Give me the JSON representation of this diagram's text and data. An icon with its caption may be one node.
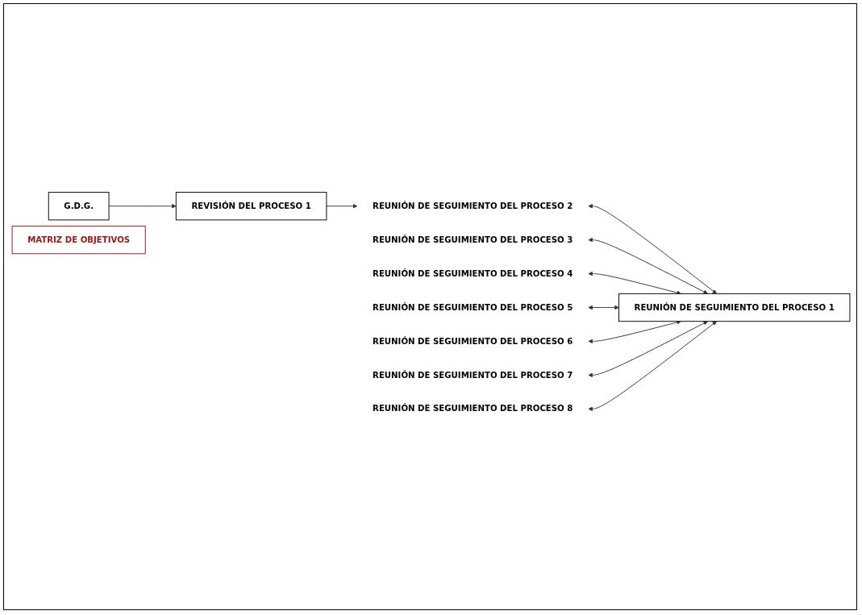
{
  "diagram": {
    "nodes": [
      {
        "text": [
          "G.D.G."
        ]
      },
      {
        "text": [
          "REVISIÓN DEL PROCESO 1"
        ]
      },
      {
        "text": [
          "MATRIZ DE OBJETIVOS"
        ]
      },
      {
        "text": [
          "REUNIÓN DE SEGUIMIENTO DEL PROCESO 2"
        ]
      },
      {
        "text": [
          "REUNIÓN DE SEGUIMIENTO DEL PROCESO 3"
        ]
      },
      {
        "text": [
          "REUNIÓN DE SEGUIMIENTO DEL PROCESO 4"
        ]
      },
      {
        "text": [
          "REUNIÓN DE SEGUIMIENTO DEL PROCESO 5"
        ]
      },
      {
        "text": [
          "REUNIÓN DE SEGUIMIENTO DEL PROCESO 6"
        ]
      },
      {
        "text": [
          "REUNIÓN DE SEGUIMIENTO DEL PROCESO 7"
        ]
      },
      {
        "text": [
          "REUNIÓN DE SEGUIMIENTO DEL PROCESO 8"
        ]
      },
      {
        "text": [
          "REUNIÓN DE SEGUIMIENTO DEL PROCESO 1"
        ]
      }
    ],
    "edges": [
      {
        "from": 0,
        "to": 1,
        "arrow": "to"
      },
      {
        "from": 1,
        "to": 3,
        "arrow": "to"
      },
      {
        "from": 3,
        "to": 10,
        "arrow": "both"
      },
      {
        "from": 4,
        "to": 10,
        "arrow": "both"
      },
      {
        "from": 5,
        "to": 10,
        "arrow": "both"
      },
      {
        "from": 6,
        "to": 10,
        "arrow": "both"
      },
      {
        "from": 7,
        "to": 10,
        "arrow": "both"
      },
      {
        "from": 8,
        "to": 10,
        "arrow": "both"
      },
      {
        "from": 9,
        "to": 10,
        "arrow": "both"
      }
    ]
  }
}
